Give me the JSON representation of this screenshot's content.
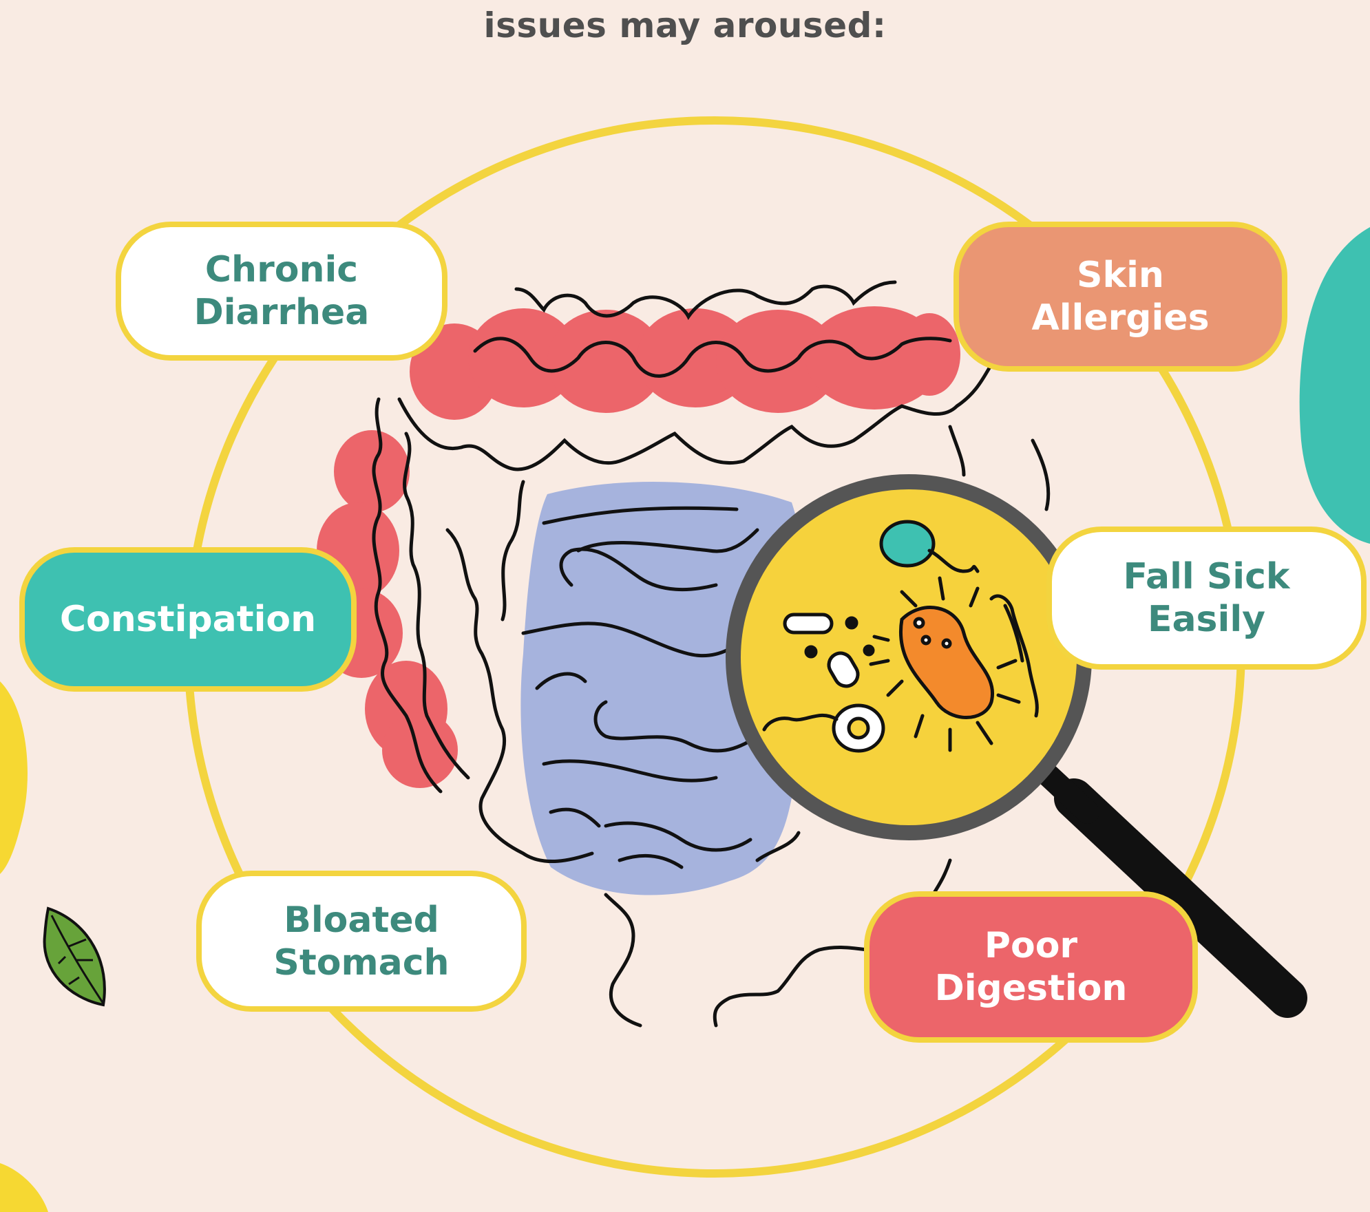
{
  "heading": "issues may aroused:",
  "labels": {
    "chronic_diarrhea": "Chronic\nDiarrhea",
    "skin_allergies": "Skin\nAllergies",
    "constipation": "Constipation",
    "fall_sick_easily": "Fall Sick\nEasily",
    "bloated_stomach": "Bloated\nStomach",
    "poor_digestion": "Poor\nDigestion"
  },
  "colors": {
    "background": "#f9ebe3",
    "ring": "#f3d43f",
    "colon": "#ec656a",
    "small_intestine": "#a6b3dd",
    "teal": "#3ec1b1",
    "orange": "#ea9673",
    "label_text": "#3d8a7d"
  }
}
